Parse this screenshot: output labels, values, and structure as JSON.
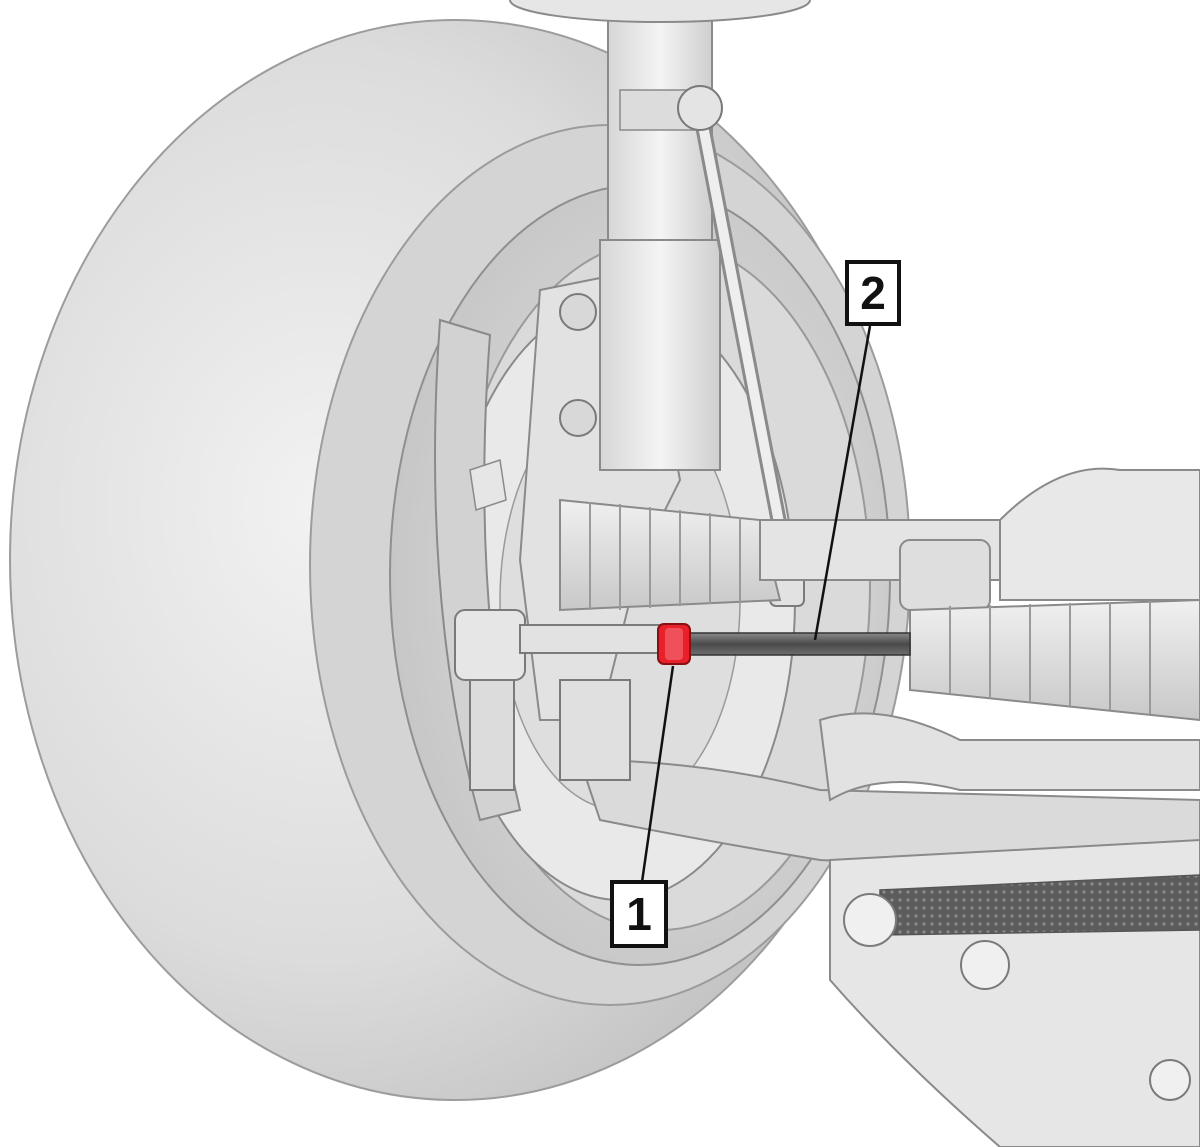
{
  "callouts": [
    {
      "label": "1",
      "part": "tie-rod-end-lock-nut"
    },
    {
      "label": "2",
      "part": "inner-tie-rod"
    }
  ],
  "colors": {
    "background": "#ffffff",
    "part_light": "#e8e8e8",
    "part_mid": "#cfcfcf",
    "part_dark": "#9a9a9a",
    "highlight": "#e8202a",
    "rod": "#5a5a5a",
    "line": "#111111"
  }
}
